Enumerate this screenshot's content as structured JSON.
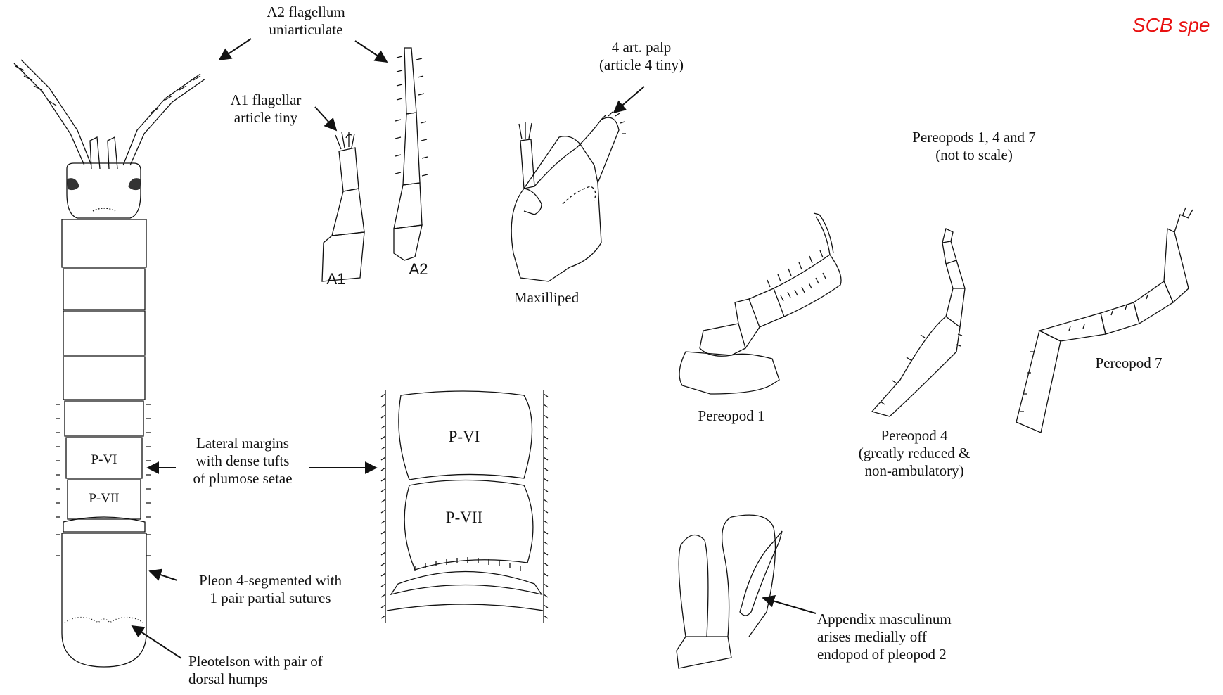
{
  "corner_text": "SCB spe",
  "labels": {
    "a2_flagellum": [
      "A2 flagellum",
      "uniarticulate"
    ],
    "a1_flagellar": [
      "A1 flagellar",
      "article tiny"
    ],
    "palp": [
      "4 art. palp",
      "(article 4 tiny)"
    ],
    "pereopods_title": [
      "Pereopods 1, 4 and 7",
      "(not to scale)"
    ],
    "a1": "A1",
    "a2": "A2",
    "maxilliped": "Maxilliped",
    "pereopod1": "Pereopod 1",
    "pereopod4": [
      "Pereopod 4",
      "(greatly reduced &",
      "non-ambulatory)"
    ],
    "pereopod7": "Pereopod 7",
    "lateral_margins": [
      "Lateral margins",
      "with dense tufts",
      "of plumose setae"
    ],
    "pleon": [
      "Pleon 4-segmented with",
      "1 pair partial sutures"
    ],
    "pleotelson": [
      "Pleotelson with pair of",
      "dorsal humps"
    ],
    "appendix": [
      "Appendix masculinum",
      "arises medially off",
      "endopod of pleopod 2"
    ],
    "p_vi": "P-VI",
    "p_vii": "P-VII"
  },
  "colors": {
    "corner": "#e81010",
    "ink": "#111111"
  }
}
